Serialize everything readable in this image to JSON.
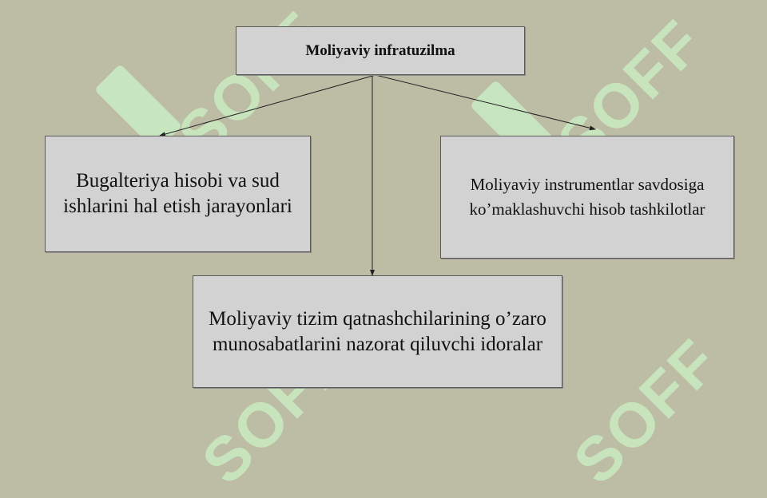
{
  "diagram": {
    "root": "Moliyaviy infratuzilma",
    "left": "Bugalteriya hisobi va sud ishlarini hal etish jarayonlari",
    "right": "Moliyaviy instrumentlar savdosiga ko’maklashuvchi hisob tashkilotlar",
    "bottom": "Moliyaviy tizim qatnashchilarining o’zaro munosabatlarini nazorat qiluvchi idoralar"
  },
  "watermark": {
    "text": "SOFF",
    "color": "#c9ecc2"
  },
  "colors": {
    "background": "#bdbca5",
    "box": "#d2d2d2",
    "border": "#5a5a5a"
  }
}
